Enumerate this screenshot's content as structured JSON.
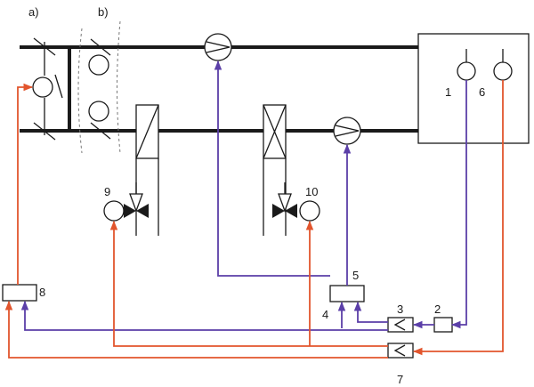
{
  "labels": {
    "a": "a)",
    "b": "b)",
    "n1": "1",
    "n2": "2",
    "n3": "3",
    "n4": "4",
    "n5": "5",
    "n6": "6",
    "n7": "7",
    "n8": "8",
    "n9": "9",
    "n10": "10"
  },
  "colors": {
    "duct": "#1a1a1a",
    "blue_signal": "#5b3fa8",
    "red_signal": "#e2552d"
  }
}
